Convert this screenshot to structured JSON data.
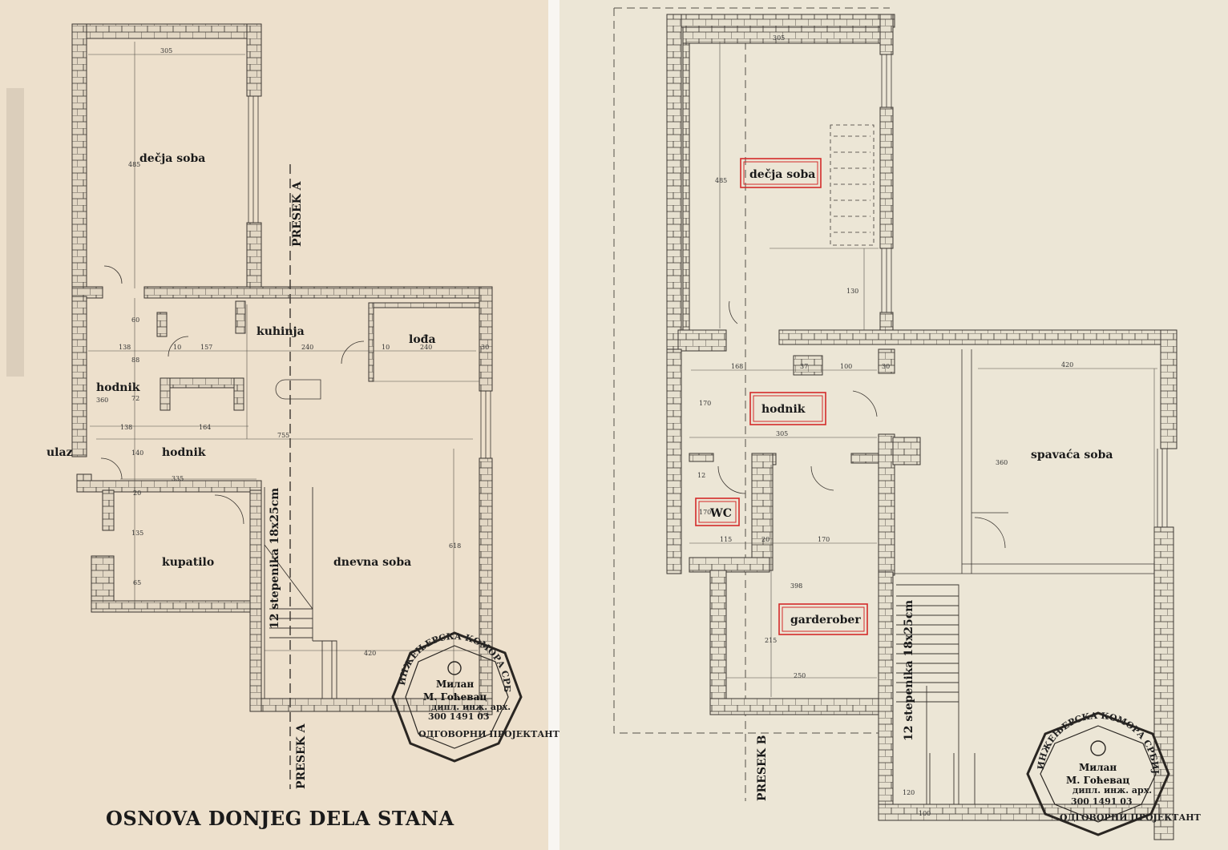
{
  "colors": {
    "left_paper": "#ede0cc",
    "right_paper": "#ece6d6",
    "wall_line": "#3a3530",
    "wall_fill": "#e2d7c4",
    "dim_line": "#555048",
    "highlight_box": "#d42a2a",
    "seal_ink": "#2a2622"
  },
  "left_plan": {
    "title": "OSNOVA DONJEG DELA STANA",
    "section_label_top": "PRESEK A",
    "section_label_bottom": "PRESEK A",
    "stairs_label": "12 stepenika 18x25cm",
    "rooms": {
      "decja_soba": "dečja soba",
      "kuhinja": "kuhinja",
      "lodja": "lođa",
      "hodnik_left": "hodnik",
      "ulaz": "ulaz",
      "hodnik_main": "hodnik",
      "kupatilo": "kupatilo",
      "dnevna_soba": "dnevna soba"
    },
    "dimensions": {
      "d305": "305",
      "d485": "485",
      "d60": "60",
      "d138a": "138",
      "d10": "10",
      "d157": "157",
      "d240": "240",
      "d10b": "10",
      "d240b": "240",
      "d30": "30",
      "d88": "88",
      "d360": "360",
      "d72": "72",
      "d138b": "138",
      "d164": "164",
      "d755": "755",
      "d140": "140",
      "d335": "335",
      "d20": "20",
      "d135": "135",
      "d65": "65",
      "d618": "618",
      "d420": "420"
    }
  },
  "right_plan": {
    "section_label": "PRESEK B",
    "stairs_label": "12 stepenika 18x25cm",
    "rooms": {
      "decja_soba": "dečja soba",
      "hodnik": "hodnik",
      "wc": "WC",
      "garderober": "garderober",
      "spavaca_soba": "spavaća soba"
    },
    "dimensions": {
      "d305a": "305",
      "d485": "485",
      "d130": "130",
      "d168": "168",
      "d37": "37",
      "d100": "100",
      "d30": "30",
      "d420": "420",
      "d170a": "170",
      "d305b": "305",
      "d360": "360",
      "d12": "12",
      "d170b": "170",
      "d115": "115",
      "d20": "20",
      "d170c": "170",
      "d398": "398",
      "d215": "215",
      "d250": "250",
      "d120": "120",
      "d100b": "100"
    }
  },
  "seal_left": {
    "arc_text": "ИНЖЕЊЕРСКА КОМОРА СРБИЈЕ",
    "name1": "Милан",
    "name2": "М. Гоћевац",
    "title": "дипл. инж. арх.",
    "number": "300 1491 03",
    "bottom_text": "ОДГОВОРНИ ПРОЈЕКТАНТ"
  },
  "seal_right": {
    "arc_text": "ИНЖЕЊЕРСКА КОМОРА СРБИЈЕ",
    "name1": "Милан",
    "name2": "М. Гоћевац",
    "title": "дипл. инж. арх.",
    "number": "300 1491 03",
    "bottom_text": "ОДГОВОРНИ ПРОЈЕКТАНТ"
  }
}
